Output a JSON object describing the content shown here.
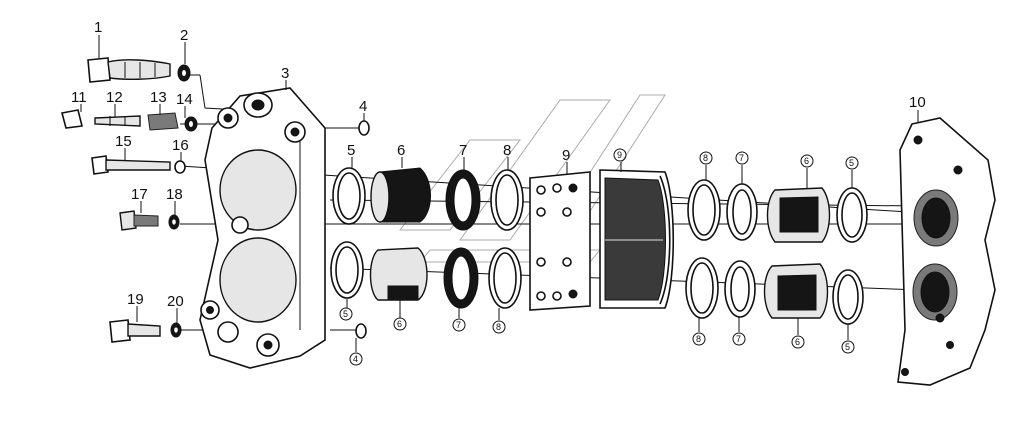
{
  "callouts": [
    {
      "id": "c1",
      "text": "1"
    },
    {
      "id": "c2",
      "text": "2"
    },
    {
      "id": "c3",
      "text": "3"
    },
    {
      "id": "c4a",
      "text": "4"
    },
    {
      "id": "c4b",
      "text": "4"
    },
    {
      "id": "c5a",
      "text": "5"
    },
    {
      "id": "c5b",
      "text": "5"
    },
    {
      "id": "c5c",
      "text": "5"
    },
    {
      "id": "c5d",
      "text": "5"
    },
    {
      "id": "c6a",
      "text": "6"
    },
    {
      "id": "c6b",
      "text": "6"
    },
    {
      "id": "c6c",
      "text": "6"
    },
    {
      "id": "c6d",
      "text": "6"
    },
    {
      "id": "c7a",
      "text": "7"
    },
    {
      "id": "c7b",
      "text": "7"
    },
    {
      "id": "c7c",
      "text": "7"
    },
    {
      "id": "c7d",
      "text": "7"
    },
    {
      "id": "c8a",
      "text": "8"
    },
    {
      "id": "c8b",
      "text": "8"
    },
    {
      "id": "c8c",
      "text": "8"
    },
    {
      "id": "c8d",
      "text": "8"
    },
    {
      "id": "c9a",
      "text": "9"
    },
    {
      "id": "c9b",
      "text": "9"
    },
    {
      "id": "c10",
      "text": "10"
    },
    {
      "id": "c11",
      "text": "11"
    },
    {
      "id": "c12",
      "text": "12"
    },
    {
      "id": "c13",
      "text": "13"
    },
    {
      "id": "c14",
      "text": "14"
    },
    {
      "id": "c15",
      "text": "15"
    },
    {
      "id": "c16",
      "text": "16"
    },
    {
      "id": "c17",
      "text": "17"
    },
    {
      "id": "c18",
      "text": "18"
    },
    {
      "id": "c19",
      "text": "19"
    },
    {
      "id": "c20",
      "text": "20"
    }
  ]
}
